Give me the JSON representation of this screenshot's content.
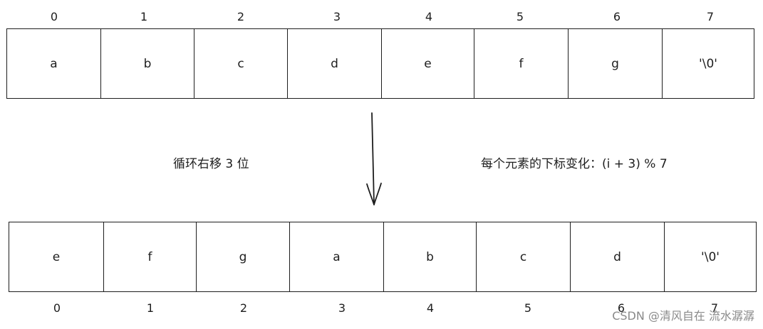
{
  "top_row": {
    "indices": [
      "0",
      "1",
      "2",
      "3",
      "4",
      "5",
      "6",
      "7"
    ],
    "cells": [
      "a",
      "b",
      "c",
      "d",
      "e",
      "f",
      "g",
      "'\\0'"
    ]
  },
  "bottom_row": {
    "indices": [
      "0",
      "1",
      "2",
      "3",
      "4",
      "5",
      "6",
      "7"
    ],
    "cells": [
      "e",
      "f",
      "g",
      "a",
      "b",
      "c",
      "d",
      "'\\0'"
    ]
  },
  "rotate_label": "循环右移 3 位",
  "formula_label": "每个元素的下标变化：(i + 3) % 7",
  "watermark": "CSDN @清风自在 流水潺潺",
  "colors": {
    "stroke": "#1e1e1e",
    "watermark": "#8a8a8a"
  }
}
